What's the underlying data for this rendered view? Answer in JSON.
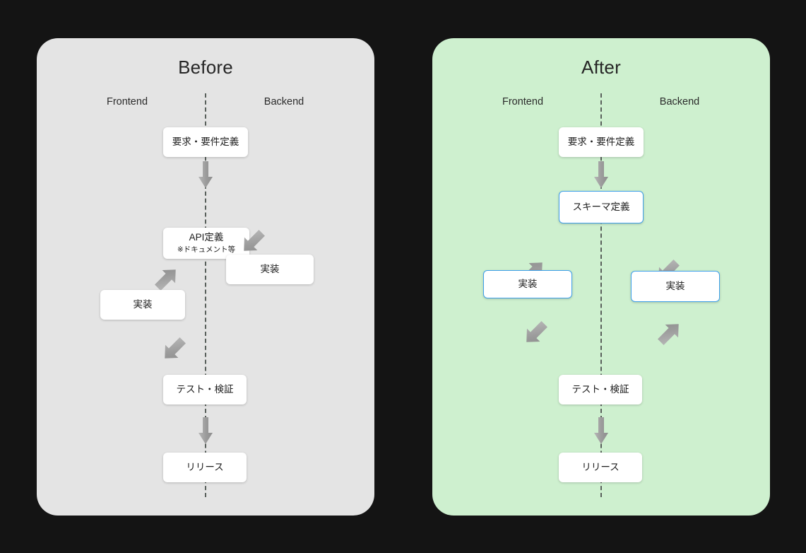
{
  "page": {
    "background_color": "#141414"
  },
  "panels": [
    {
      "id": "before",
      "title": "Before",
      "background_color": "#e4e4e4",
      "lanes": {
        "left": "Frontend",
        "right": "Backend"
      },
      "nodes": [
        {
          "name": "requirements",
          "label": "要求・要件定義",
          "sub": "",
          "accent": false
        },
        {
          "name": "api-definition",
          "label": "API定義",
          "sub": "※ドキュメント等",
          "accent": false
        },
        {
          "name": "implementation-backend",
          "label": "実装",
          "sub": "",
          "accent": false
        },
        {
          "name": "implementation-frontend",
          "label": "実装",
          "sub": "",
          "accent": false
        },
        {
          "name": "test-verification",
          "label": "テスト・検証",
          "sub": "",
          "accent": false
        },
        {
          "name": "release",
          "label": "リリース",
          "sub": "",
          "accent": false
        }
      ]
    },
    {
      "id": "after",
      "title": "After",
      "background_color": "#cef0cf",
      "accent_color": "#3fa0ea",
      "lanes": {
        "left": "Frontend",
        "right": "Backend"
      },
      "nodes": [
        {
          "name": "requirements",
          "label": "要求・要件定義",
          "sub": "",
          "accent": false
        },
        {
          "name": "schema-definition",
          "label": "スキーマ定義",
          "sub": "",
          "accent": true
        },
        {
          "name": "implementation-frontend",
          "label": "実装",
          "sub": "",
          "accent": true
        },
        {
          "name": "implementation-backend",
          "label": "実装",
          "sub": "",
          "accent": true
        },
        {
          "name": "test-verification",
          "label": "テスト・検証",
          "sub": "",
          "accent": false
        },
        {
          "name": "release",
          "label": "リリース",
          "sub": "",
          "accent": false
        }
      ]
    }
  ],
  "arrow_color": "#9a9a9a"
}
